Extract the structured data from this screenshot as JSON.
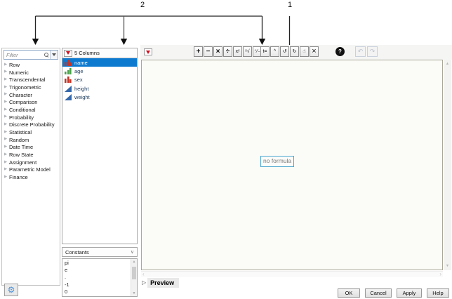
{
  "annotations": {
    "label_1": "1",
    "label_2": "2"
  },
  "filter_panel": {
    "placeholder": "Filter",
    "categories": [
      "Row",
      "Numeric",
      "Transcendental",
      "Trigonometric",
      "Character",
      "Comparison",
      "Conditional",
      "Probability",
      "Discrete Probability",
      "Statistical",
      "Random",
      "Date Time",
      "Row State",
      "Assignment",
      "Parametric Model",
      "Finance"
    ]
  },
  "columns_panel": {
    "header": "5 Columns",
    "columns": [
      {
        "name": "name",
        "type": "nominal",
        "selected": true
      },
      {
        "name": "age",
        "type": "ordinal",
        "selected": false
      },
      {
        "name": "sex",
        "type": "nominal",
        "selected": false
      },
      {
        "name": "height",
        "type": "continuous",
        "selected": false
      },
      {
        "name": "weight",
        "type": "continuous",
        "selected": false
      }
    ]
  },
  "constants_panel": {
    "header": "Constants",
    "items": [
      "pi",
      "e",
      ".",
      "-1",
      "0"
    ]
  },
  "toolbar": {
    "keypad": [
      {
        "name": "insert-plus",
        "glyph": "+"
      },
      {
        "name": "insert-minus",
        "glyph": "−"
      },
      {
        "name": "insert-multiply",
        "glyph": "×"
      },
      {
        "name": "insert-divide",
        "glyph": "÷"
      },
      {
        "name": "raise-power",
        "glyph": "xʸ"
      },
      {
        "name": "insert-root",
        "glyph": "ˣ√"
      },
      {
        "name": "switch-sign",
        "glyph": "⁺⁄₋"
      }
    ],
    "edit": [
      {
        "name": "local-variables",
        "glyph": "t="
      },
      {
        "name": "peel-expression",
        "glyph": "^"
      },
      {
        "name": "rotate-counterclockwise",
        "glyph": "↺"
      },
      {
        "name": "rotate-clockwise",
        "glyph": "↻"
      },
      {
        "name": "grabber",
        "glyph": "☝"
      },
      {
        "name": "delete-expression",
        "glyph": "×"
      }
    ],
    "help_glyph": "?",
    "undo_glyph": "↶",
    "redo_glyph": "↷"
  },
  "formula_area": {
    "empty_text": "no formula"
  },
  "preview": {
    "label": "Preview"
  },
  "dialog_buttons": [
    "OK",
    "Cancel",
    "Apply",
    "Help"
  ],
  "colors": {
    "selection_blue": "#0d7ad0",
    "nominal_red": "#c53325",
    "ordinal_green": "#4aa14a",
    "continuous_blue": "#3468ab",
    "menu_triangle_red": "#cf1020",
    "highlight_cyan": "#4aa6cf"
  }
}
